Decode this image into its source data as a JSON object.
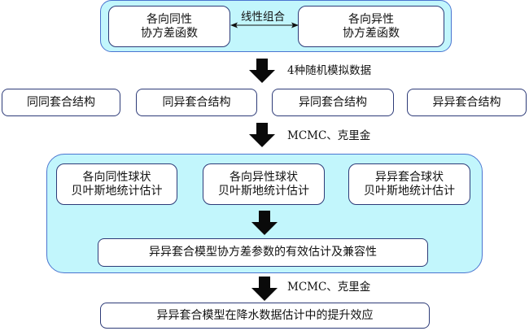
{
  "diagram": {
    "top_panel": {
      "left_node": {
        "line1": "各向同性",
        "line2": "协方差函数"
      },
      "right_node": {
        "line1": "各向异性",
        "line2": "协方差函数"
      },
      "link_label": "线性组合"
    },
    "step1_label": "4种随机模拟数据",
    "structures": [
      {
        "label": "同同套合结构"
      },
      {
        "label": "同异套合结构"
      },
      {
        "label": "异同套合结构"
      },
      {
        "label": "异异套合结构"
      }
    ],
    "step2_label": "MCMC、克里金",
    "middle_panel": {
      "estimators": [
        {
          "line1": "各向同性球状",
          "line2": "贝叶斯地统计估计"
        },
        {
          "line1": "各向异性球状",
          "line2": "贝叶斯地统计估计"
        },
        {
          "line1": "异异套合球状",
          "line2": "贝叶斯地统计估计"
        }
      ],
      "result": "异异套合模型协方差参数的有效估计及兼容性"
    },
    "step3_label": "MCMC、克里金",
    "final": "异异套合模型在降水数据估计中的提升效应"
  }
}
